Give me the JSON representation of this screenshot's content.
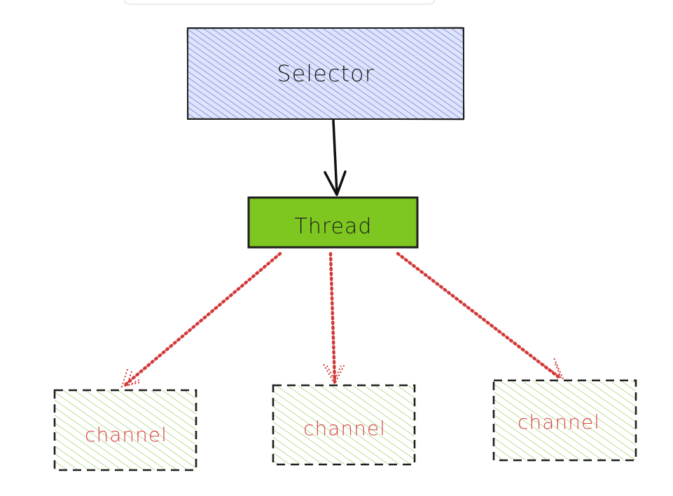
{
  "nodes": {
    "selector": {
      "label": "Selector",
      "fill": "#7b8fe0",
      "stroke": "#1e1e1e",
      "text_color": "#1e1e1e"
    },
    "thread": {
      "label": "Thread",
      "fill": "#7ec620",
      "stroke": "#1e1e1e",
      "text_color": "#1e1e1e"
    },
    "channels": [
      {
        "label": "channel"
      },
      {
        "label": "channel"
      },
      {
        "label": "channel"
      }
    ],
    "channel_style": {
      "fill": "#a6d96a",
      "stroke": "#1e1e1e",
      "text_color": "#d94a4a"
    }
  },
  "edges": [
    {
      "from": "selector",
      "to": "thread",
      "style": "solid",
      "color": "#111111"
    },
    {
      "from": "thread",
      "to": "channel-1",
      "style": "dotted",
      "color": "#d33a3a"
    },
    {
      "from": "thread",
      "to": "channel-2",
      "style": "dotted",
      "color": "#d33a3a"
    },
    {
      "from": "thread",
      "to": "channel-3",
      "style": "dotted",
      "color": "#d33a3a"
    }
  ]
}
